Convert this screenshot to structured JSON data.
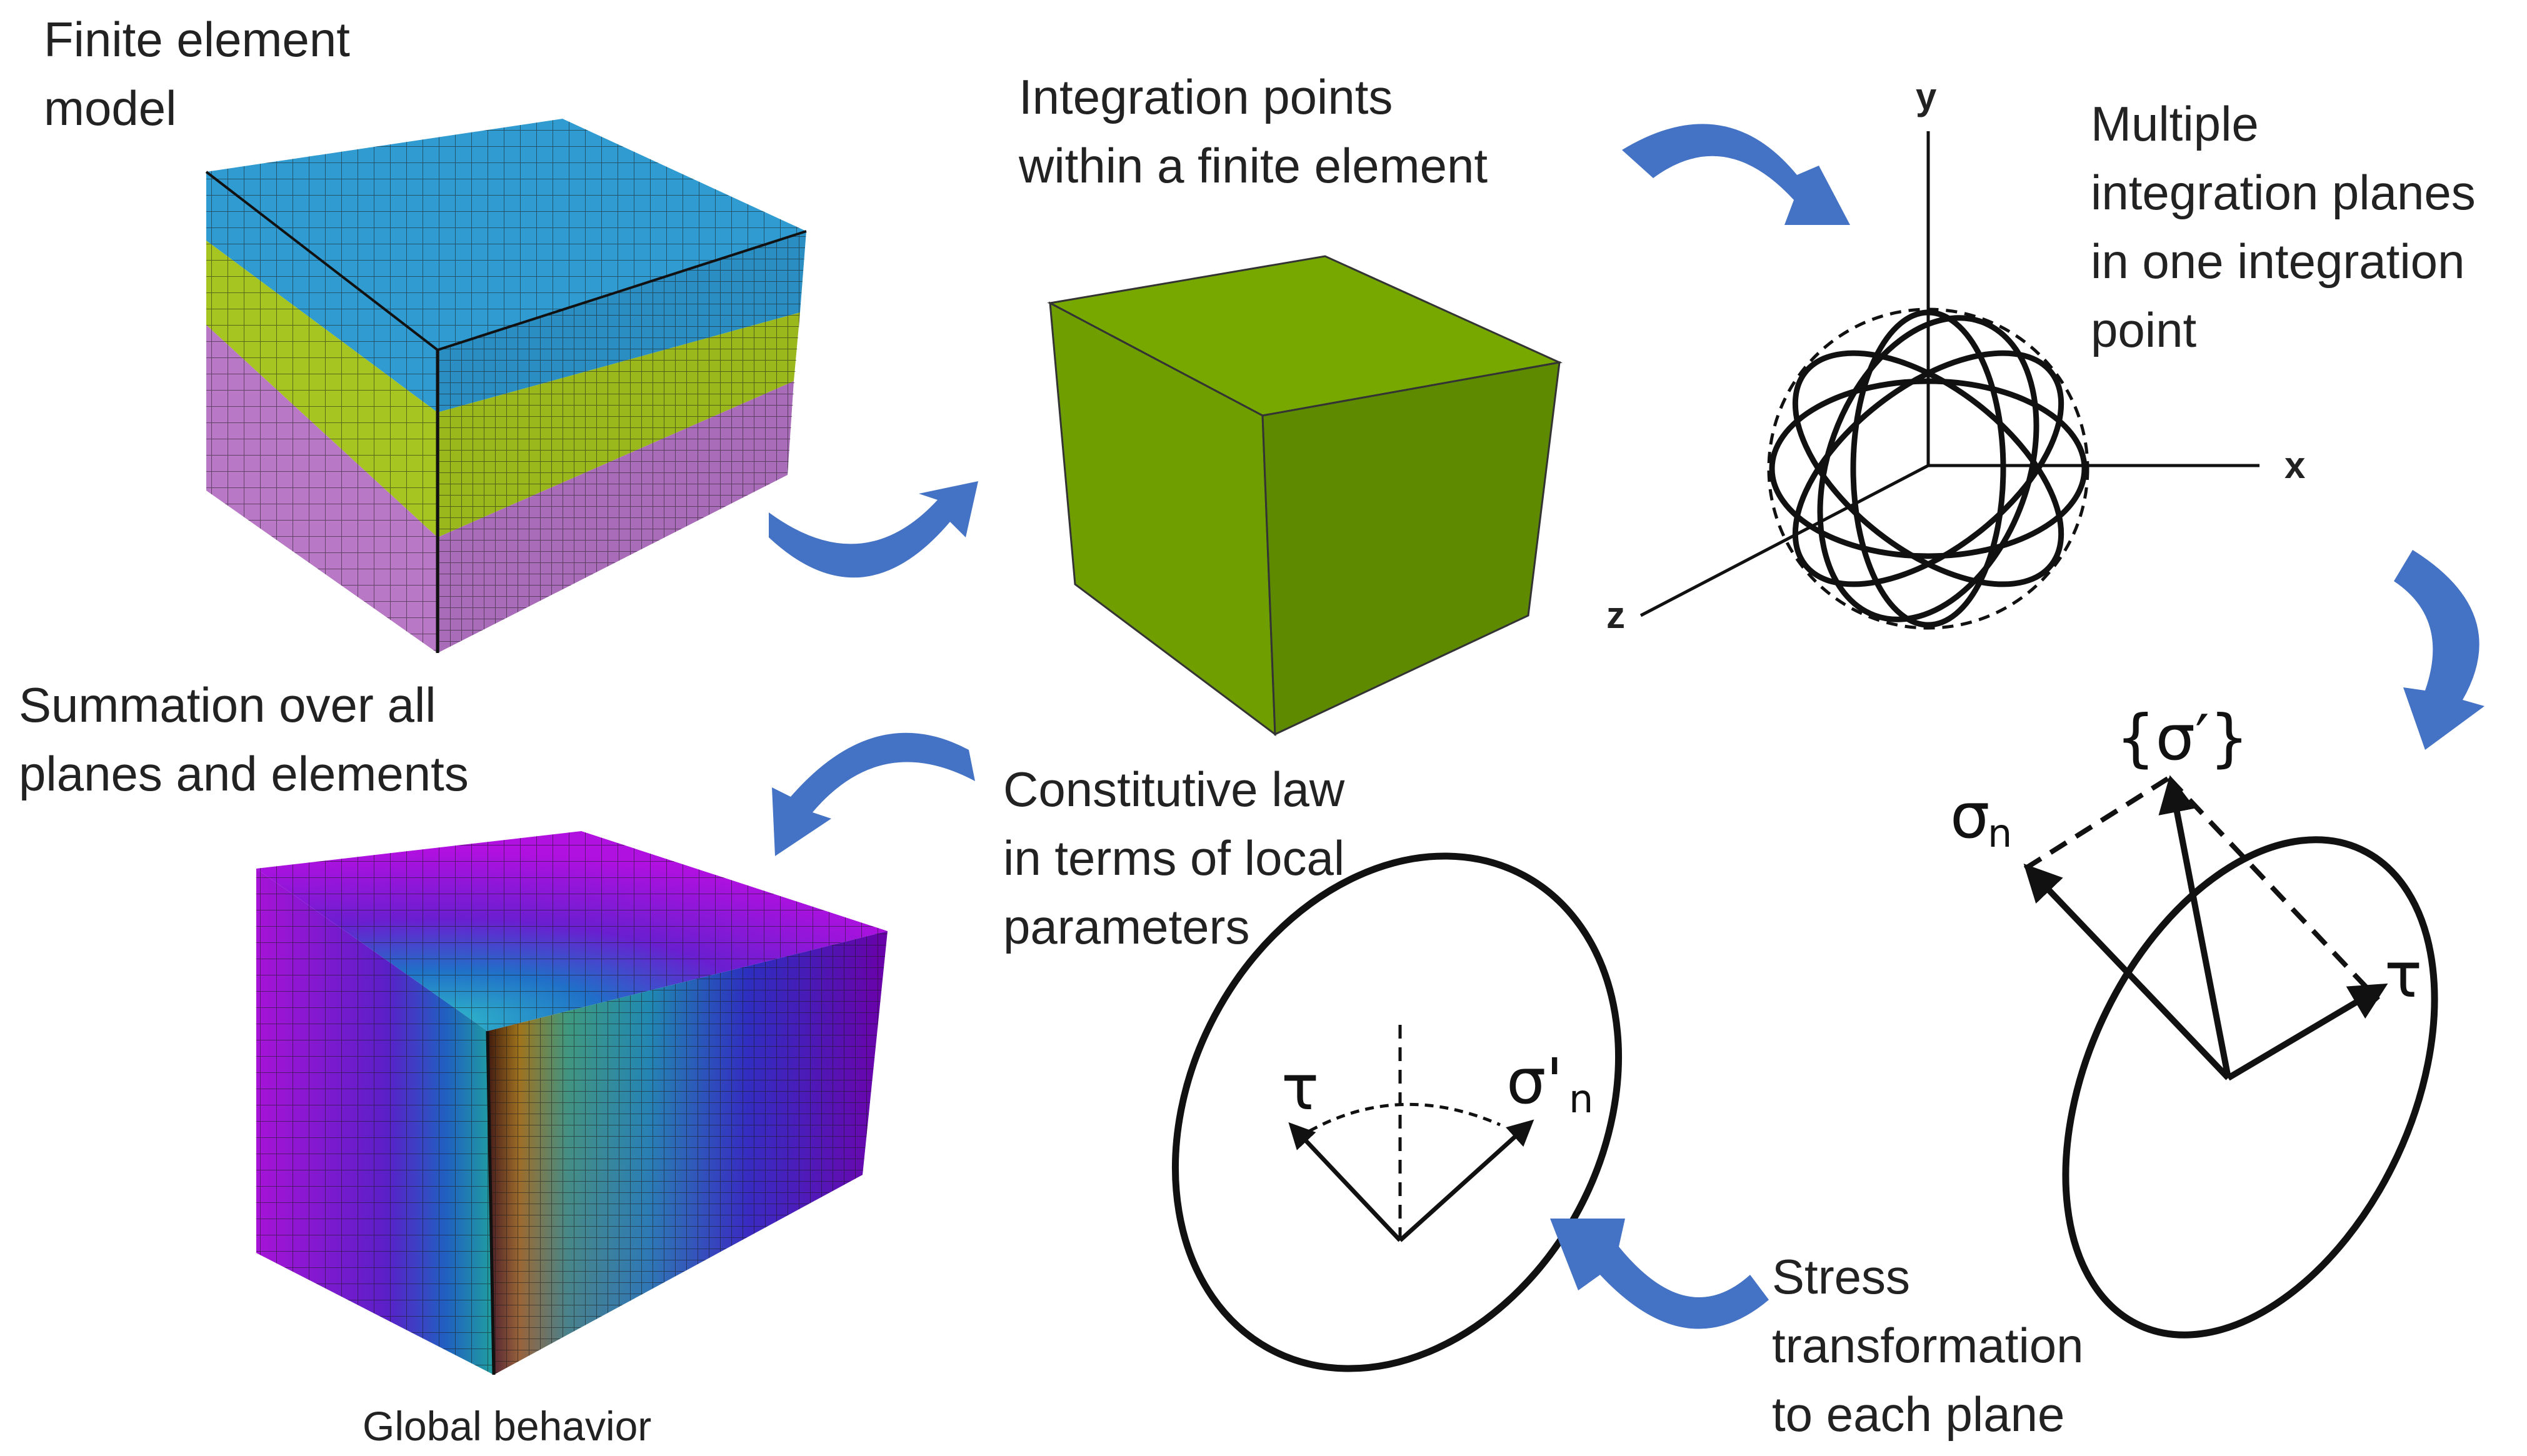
{
  "labels": {
    "fe_model": [
      "Finite element",
      "model"
    ],
    "integration_points": [
      "Integration points",
      "within a finite element"
    ],
    "multiple_planes": [
      "Multiple",
      "integration planes",
      "in one integration",
      "point"
    ],
    "summation": [
      "Summation over all",
      "planes and elements"
    ],
    "constitutive": [
      "Constitutive law",
      "in terms of local",
      "parameters"
    ],
    "stress_transform": [
      "Stress",
      "transformation",
      "to each plane"
    ],
    "global_behavior": "Global behavior"
  },
  "axes": {
    "x": "x",
    "y": "y",
    "z": "z"
  },
  "symbols": {
    "sigma_prime_vec": "{σ′}",
    "sigma_n": "σ",
    "sigma_n_sub": "n",
    "tau": "τ",
    "sigma_prime_n": "σ'",
    "sigma_prime_n_sub": "n"
  },
  "colors": {
    "arrow": "#4472c4",
    "mesh_blue": "#2f9bd0",
    "mesh_yellow": "#a7c520",
    "mesh_purple": "#b878c6",
    "element_green": "#6f9e00",
    "global_purple": "#a013d8"
  }
}
